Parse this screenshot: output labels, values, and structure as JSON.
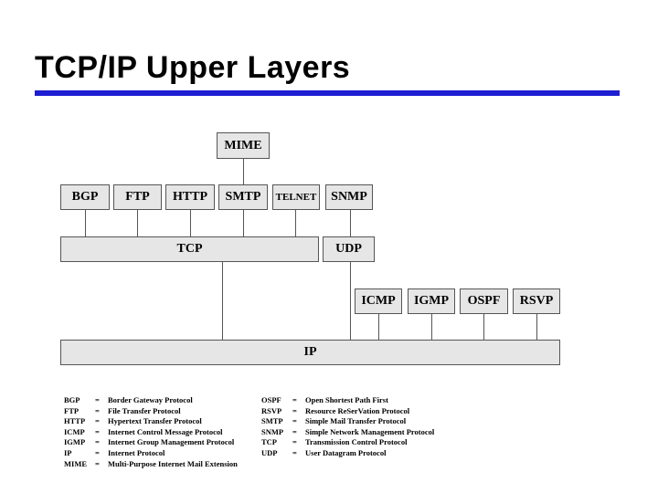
{
  "title": "TCP/IP Upper Layers",
  "colors": {
    "title_rule": "#1e1ed2",
    "box_fill": "#e6e6e6",
    "box_border": "#555555"
  },
  "diagram": {
    "boxes": {
      "mime": "MIME",
      "bgp": "BGP",
      "ftp": "FTP",
      "http": "HTTP",
      "smtp": "SMTP",
      "telnet": "TELNET",
      "snmp": "SNMP",
      "tcp": "TCP",
      "udp": "UDP",
      "icmp": "ICMP",
      "igmp": "IGMP",
      "ospf": "OSPF",
      "rsvp": "RSVP",
      "ip": "IP"
    }
  },
  "legend": {
    "eq": "=",
    "left": [
      {
        "abbr": "BGP",
        "def": "Border Gateway Protocol"
      },
      {
        "abbr": "FTP",
        "def": "File Transfer Protocol"
      },
      {
        "abbr": "HTTP",
        "def": "Hypertext Transfer Protocol"
      },
      {
        "abbr": "ICMP",
        "def": "Internet Control Message Protocol"
      },
      {
        "abbr": "IGMP",
        "def": "Internet Group Management Protocol"
      },
      {
        "abbr": "IP",
        "def": "Internet Protocol"
      },
      {
        "abbr": "MIME",
        "def": "Multi-Purpose Internet Mail Extension"
      }
    ],
    "right": [
      {
        "abbr": "OSPF",
        "def": "Open Shortest Path First"
      },
      {
        "abbr": "RSVP",
        "def": "Resource ReSerVation Protocol"
      },
      {
        "abbr": "SMTP",
        "def": "Simple Mail Transfer Protocol"
      },
      {
        "abbr": "SNMP",
        "def": "Simple Network Management Protocol"
      },
      {
        "abbr": "TCP",
        "def": "Transmission Control Protocol"
      },
      {
        "abbr": "UDP",
        "def": "User Datagram Protocol"
      }
    ]
  }
}
